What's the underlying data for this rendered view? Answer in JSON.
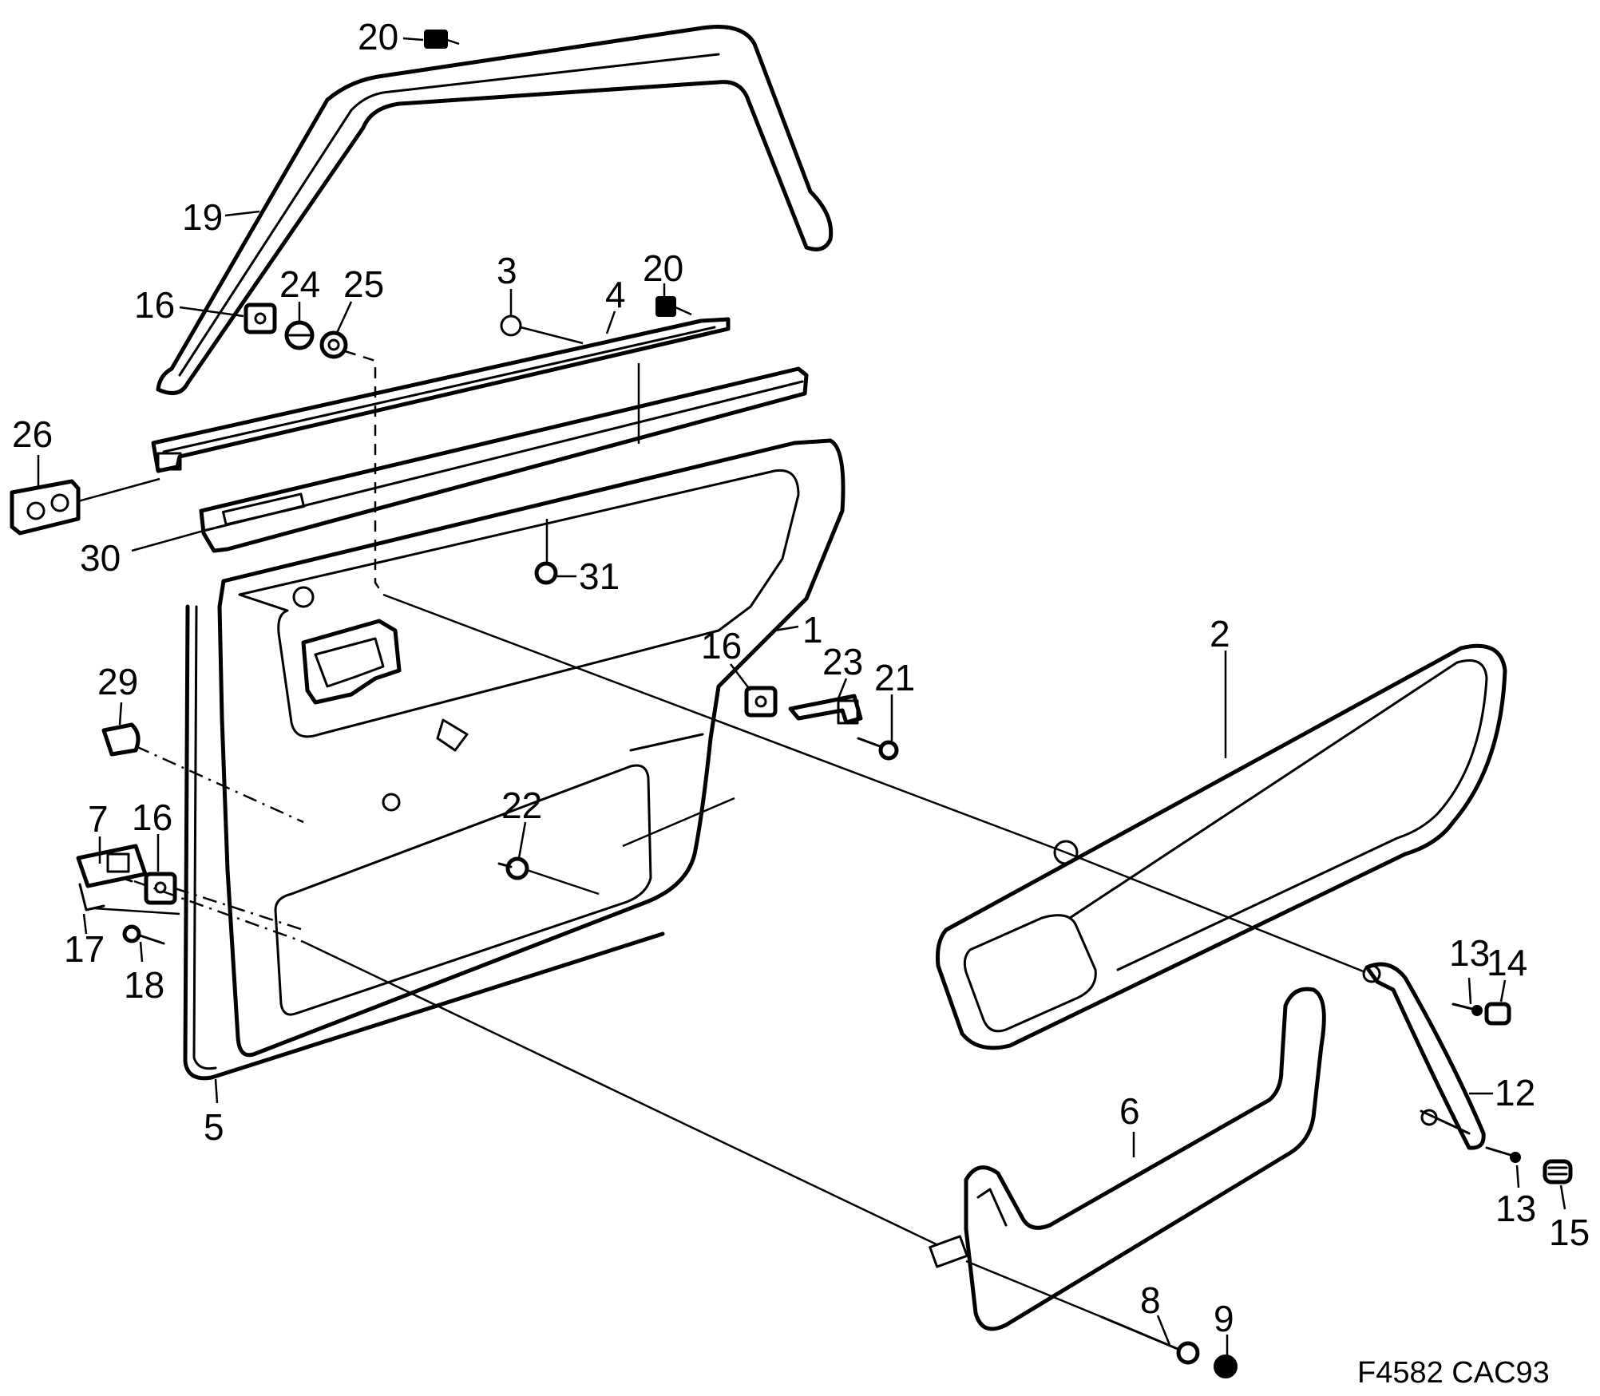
{
  "figure_code": "F4582 CAC93",
  "callouts": {
    "c1": "1",
    "c2": "2",
    "c3": "3",
    "c4": "4",
    "c5": "5",
    "c6": "6",
    "c7": "7",
    "c8": "8",
    "c9": "9",
    "c12": "12",
    "c13a": "13",
    "c13b": "13",
    "c14": "14",
    "c15": "15",
    "c16a": "16",
    "c16b": "16",
    "c16c": "16",
    "c17": "17",
    "c18": "18",
    "c19": "19",
    "c20a": "20",
    "c20b": "20",
    "c21": "21",
    "c22": "22",
    "c23": "23",
    "c24": "24",
    "c25": "25",
    "c26": "26",
    "c29": "29",
    "c30": "30",
    "c31": "31"
  }
}
